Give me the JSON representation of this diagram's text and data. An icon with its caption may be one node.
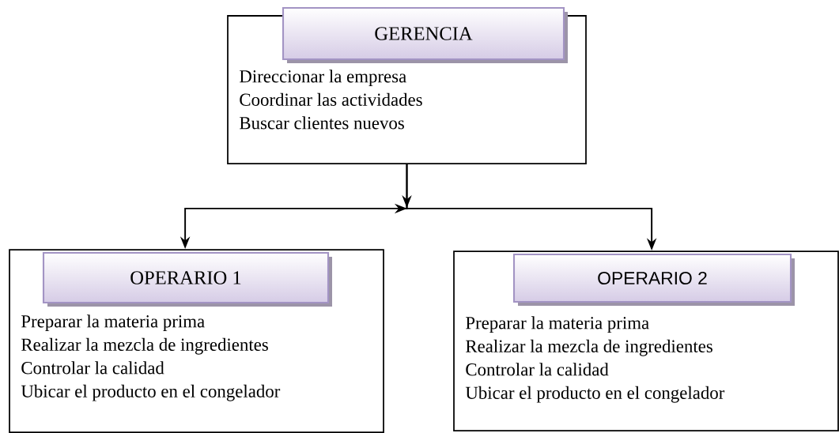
{
  "diagram": {
    "nodes": [
      {
        "text": [
          "Direccionar la empresa",
          "Coordinar las actividades",
          "Buscar clientes nuevos"
        ]
      },
      {
        "text": [
          "GERENCIA"
        ],
        "in": 0
      },
      {
        "text": [
          "Preparar la materia prima",
          "Realizar la mezcla de ingredientes",
          "Controlar la calidad",
          "Ubicar el producto en el congelador"
        ]
      },
      {
        "text": [
          "OPERARIO 1"
        ],
        "in": 2
      },
      {
        "text": [
          "Preparar la materia prima",
          "Realizar la mezcla de ingredientes",
          "Controlar la calidad",
          "Ubicar el producto en el congelador"
        ]
      },
      {
        "text": [
          "OPERARIO 2"
        ],
        "in": 4
      }
    ],
    "edges": [
      {
        "from": 0,
        "to": 2,
        "arrow": "to"
      },
      {
        "from": 0,
        "to": 4,
        "arrow": "to"
      }
    ]
  }
}
